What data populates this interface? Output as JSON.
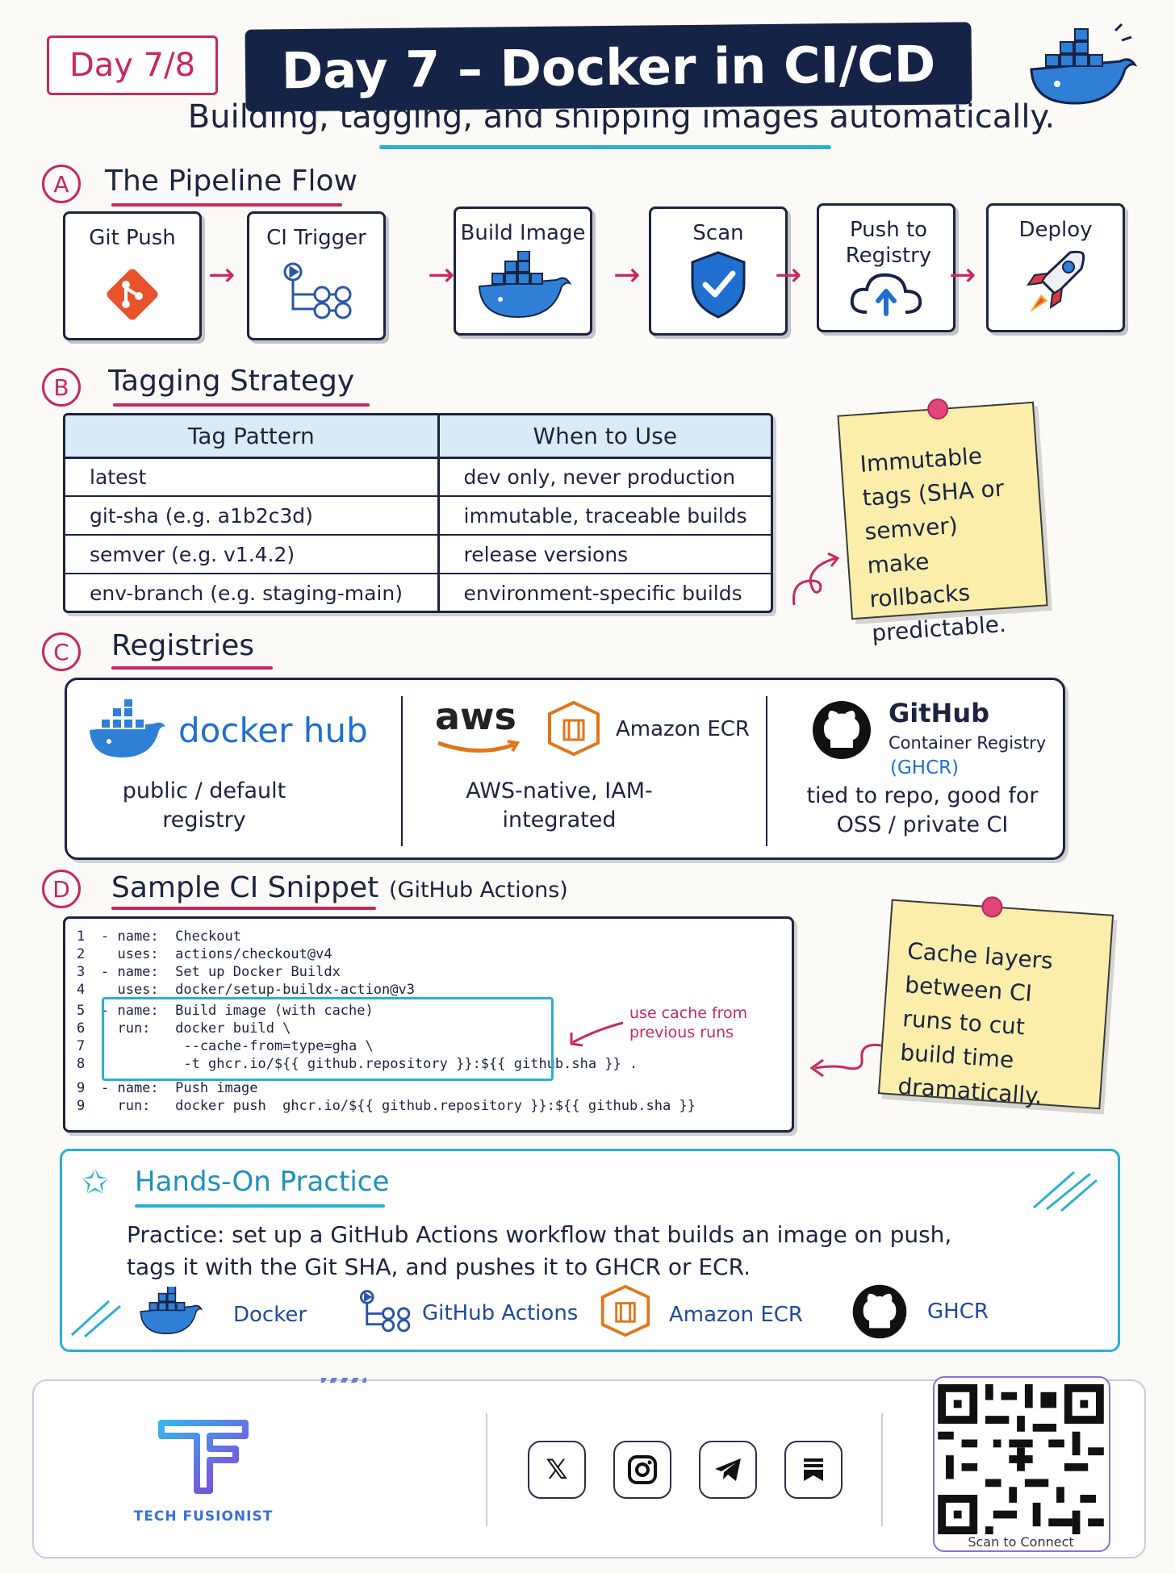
{
  "header": {
    "day_badge": "Day 7/8",
    "title": "Day 7 – Docker in CI/CD",
    "subtitle": "Building, tagging, and shipping images automatically."
  },
  "sections": {
    "a": {
      "letter": "A",
      "title": "The Pipeline Flow"
    },
    "b": {
      "letter": "B",
      "title": "Tagging Strategy"
    },
    "c": {
      "letter": "C",
      "title": "Registries"
    },
    "d": {
      "letter": "D",
      "title": "Sample CI Snippet",
      "suffix": "(GitHub Actions)"
    }
  },
  "pipeline": {
    "steps": [
      {
        "label": "Git Push",
        "icon": "git-icon"
      },
      {
        "label": "CI Trigger",
        "icon": "workflow-icon"
      },
      {
        "label": "Build Image",
        "icon": "docker-whale-icon"
      },
      {
        "label": "Scan",
        "icon": "shield-check-icon"
      },
      {
        "label": "Push to Registry",
        "icon": "cloud-upload-icon"
      },
      {
        "label": "Deploy",
        "icon": "rocket-icon"
      }
    ]
  },
  "tagging": {
    "headers": [
      "Tag Pattern",
      "When to Use"
    ],
    "rows": [
      [
        "latest",
        "dev only, never production"
      ],
      [
        "git-sha (e.g. a1b2c3d)",
        "immutable, traceable builds"
      ],
      [
        "semver (e.g. v1.4.2)",
        "release versions"
      ],
      [
        "env-branch (e.g. staging-main)",
        "environment-specific builds"
      ]
    ],
    "note": "Immutable tags (SHA or semver) make rollbacks predictable."
  },
  "registries": [
    {
      "name": "docker hub",
      "desc": "public / default registry"
    },
    {
      "brand": "aws",
      "name": "Amazon ECR",
      "desc": "AWS-native, IAM-integrated"
    },
    {
      "name": "GitHub",
      "sub": "Container Registry",
      "abbr": "(GHCR)",
      "desc": "tied to repo, good for OSS / private CI"
    }
  ],
  "code": {
    "lines": [
      {
        "n": "1",
        "text": "- name:  Checkout"
      },
      {
        "n": "2",
        "text": "  uses:  actions/checkout@v4"
      },
      {
        "n": "3",
        "text": "- name:  Set up Docker Buildx"
      },
      {
        "n": "4",
        "text": "  uses:  docker/setup-buildx-action@v3"
      },
      {
        "n": "5",
        "text": "- name:  Build image (with cache)"
      },
      {
        "n": "6",
        "text": "  run:   docker build \\"
      },
      {
        "n": "7",
        "text": "          --cache-from=type=gha \\"
      },
      {
        "n": "8",
        "text": "          -t ghcr.io/${{ github.repository }}:${{ github.sha }} ."
      },
      {
        "n": "9",
        "text": "- name:  Push image"
      },
      {
        "n": "9",
        "text": "  run:   docker push  ghcr.io/${{ github.repository }}:${{ github.sha }}"
      }
    ],
    "annotation": "use cache from previous runs",
    "note": "Cache layers between CI runs to cut build time dramatically."
  },
  "practice": {
    "title": "Hands-On Practice",
    "text": "Practice: set up a GitHub Actions workflow that builds an image on push, tags it with the Git SHA, and pushes it to GHCR or ECR.",
    "tools": [
      "Docker",
      "GitHub Actions",
      "Amazon ECR",
      "GHCR"
    ]
  },
  "footer": {
    "brand": "TECH FUSIONIST",
    "qr_caption": "Scan to Connect",
    "social": [
      "x-icon",
      "instagram-icon",
      "telegram-icon",
      "substack-icon"
    ]
  },
  "colors": {
    "accent": "#c8285c",
    "navy": "#152446",
    "cyan": "#29b0d3",
    "docker_blue": "#2f7fd6",
    "aws_orange": "#e0761b",
    "sticky": "#fbeeab"
  }
}
